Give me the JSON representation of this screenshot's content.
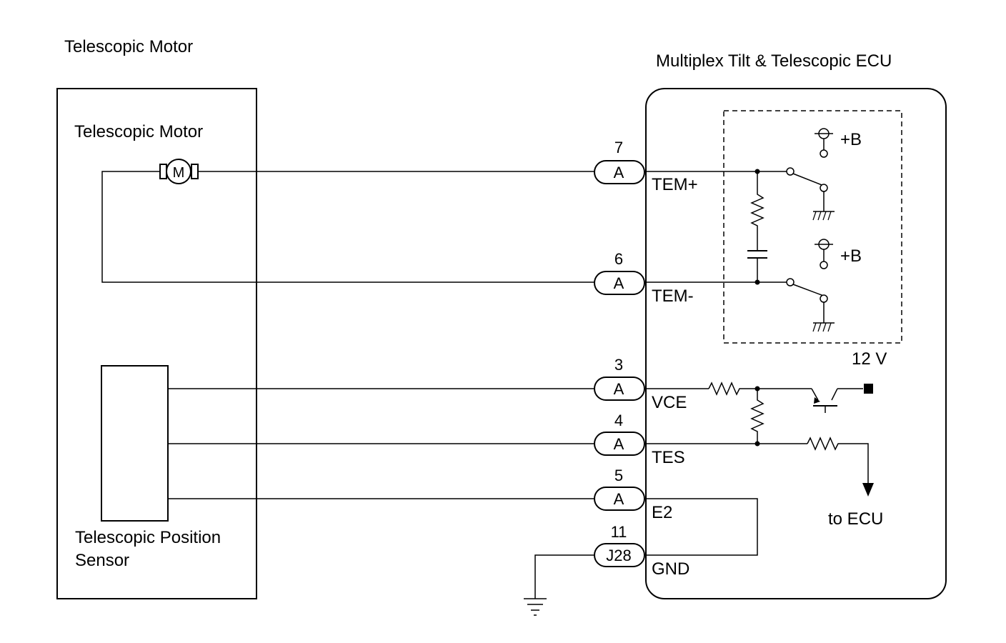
{
  "diagram": {
    "left_component_title": "Telescopic Motor",
    "ecu_title": "Multiplex Tilt & Telescopic ECU",
    "motor_label": "Telescopic Motor",
    "motor_symbol": "M",
    "sensor_label_line1": "Telescopic Position",
    "sensor_label_line2": "Sensor",
    "supply_b1": "+B",
    "supply_b2": "+B",
    "supply_12v": "12 V",
    "to_ecu": "to ECU",
    "pins": [
      {
        "number": "7",
        "connector": "A",
        "signal": "TEM+"
      },
      {
        "number": "6",
        "connector": "A",
        "signal": "TEM-"
      },
      {
        "number": "3",
        "connector": "A",
        "signal": "VCE"
      },
      {
        "number": "4",
        "connector": "A",
        "signal": "TES"
      },
      {
        "number": "5",
        "connector": "A",
        "signal": "E2"
      },
      {
        "number": "11",
        "connector": "J28",
        "signal": "GND"
      }
    ]
  }
}
